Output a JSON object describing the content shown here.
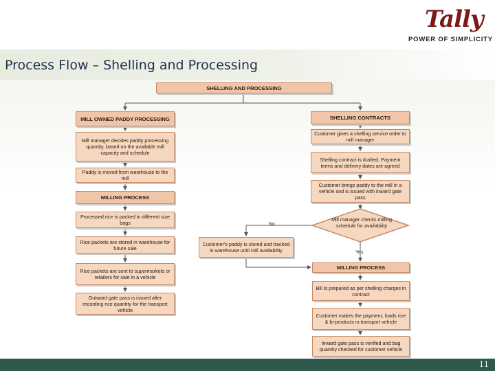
{
  "logo": {
    "word": "Tally",
    "tagline": "POWER OF SIMPLICITY"
  },
  "slide": {
    "title": "Process Flow – Shelling and Processing",
    "page_number": "11"
  },
  "flow": {
    "top": "SHELLING AND PROCESSING",
    "left": [
      "MILL OWNED PADDY PROCESSING",
      "Mill manager decides paddy processing quantity, based on the available mill capacity and schedule",
      "Paddy is moved from warehouse to the mill",
      "MILLING PROCESS",
      "Processed rice is packed in different size bags",
      "Rice packets are stored in warehouse for future sale",
      "Rice packets are sent to supermarkets or retailers for sale in a vehicle",
      "Outward gate pass is issued after recording rice quantity for the transport vehicle"
    ],
    "right": [
      "SHELLING CONTRACTS",
      "Customer gives a shelling service order to mill manager",
      "Shelling contract is drafted. Payment terms and delivery dates are agreed",
      "Customer brings paddy to the mill in a vehicle and is issued with inward gate pass"
    ],
    "decision": "Mill manager checks milling schedule for availability",
    "no_label": "No",
    "yes_label": "Yes",
    "wait_box": "Customer's paddy is stored and tracked in warehouse until mill availability",
    "right_bottom": [
      "MILLING PROCESS",
      "Bill is prepared as per shelling charges in contract",
      "Customer makes the payment, loads rice & bi-products in transport vehicle",
      "Inward gate pass is verified and bag quantity checked for customer vehicle"
    ]
  },
  "colors": {
    "box_fill": "#f6d7bf",
    "box_border": "#c98a63",
    "footer": "#2d5a4c",
    "title_text": "#1f2f4f"
  }
}
